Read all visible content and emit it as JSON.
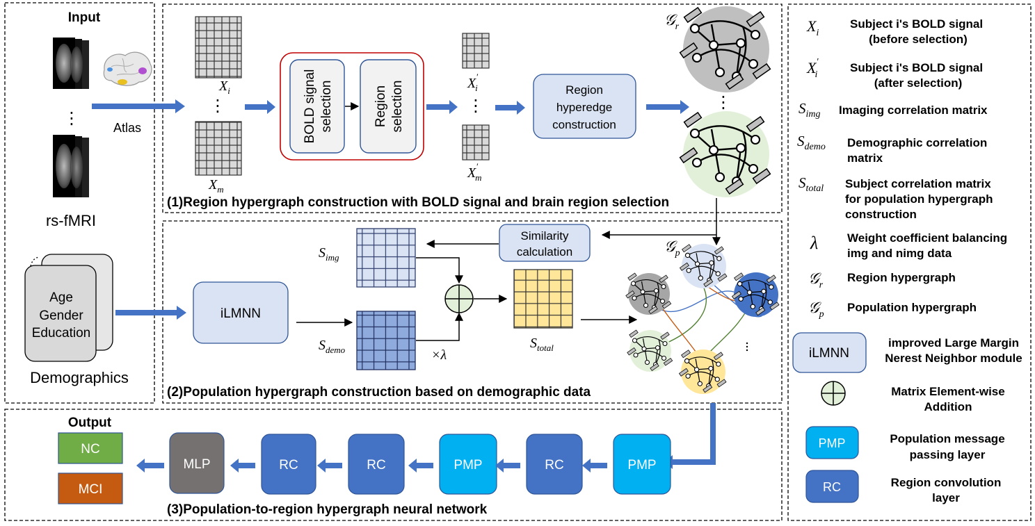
{
  "input": {
    "title": "Input",
    "atlas": "Atlas",
    "rs_fmri": "rs-fMRI",
    "vdots": "⋮",
    "demo_card": [
      "Age",
      "Gender",
      "Education"
    ],
    "demographics": "Demographics"
  },
  "section1": {
    "caption": "(1)Region hypergraph construction with BOLD signal and brain region selection",
    "x_i": "X_i",
    "x_m": "X_m",
    "x_i_prime": "X'_i",
    "x_m_prime": "X'_m",
    "bold_selection": [
      "BOLD signal",
      "selection"
    ],
    "region_selection": [
      "Region",
      "selection"
    ],
    "region_hyperedge": [
      "Region",
      "hyperedge",
      "construction"
    ],
    "g_r": "G_r",
    "vdots": "⋮"
  },
  "section2": {
    "caption": "(2)Population hypergraph construction based on demographic data",
    "similarity": [
      "Similarity",
      "calculation"
    ],
    "s_img": "S_img",
    "s_demo": "S_demo",
    "s_total": "S_total",
    "lambda": "×λ",
    "ilmnn": "iLMNN",
    "g_p": "G_p",
    "hdots": "⋮"
  },
  "section3": {
    "caption": "(3)Population-to-region hypergraph neural network",
    "output_title": "Output",
    "outputs": [
      "NC",
      "MCI"
    ],
    "pipeline": [
      "MLP",
      "RC",
      "RC",
      "PMP",
      "RC",
      "PMP"
    ]
  },
  "legend": [
    {
      "symbol": "X_i",
      "text": [
        "Subject i's BOLD signal",
        "(before selection)"
      ]
    },
    {
      "symbol": "X'_i",
      "text": [
        "Subject i's BOLD signal",
        "(after selection)"
      ]
    },
    {
      "symbol": "S_img",
      "text": [
        "Imaging correlation matrix"
      ]
    },
    {
      "symbol": "S_demo",
      "text": [
        "Demographic correlation",
        "matrix"
      ]
    },
    {
      "symbol": "S_total",
      "text": [
        "Subject correlation matrix",
        "for population hypergraph",
        "construction"
      ]
    },
    {
      "symbol": "λ",
      "text": [
        "Weight coefficient balancing",
        "img and nimg data"
      ]
    },
    {
      "symbol": "G_r",
      "text": [
        "Region hypergraph"
      ]
    },
    {
      "symbol": "G_p",
      "text": [
        "Population hypergraph"
      ]
    },
    {
      "symbol": "iLMNN",
      "text": [
        "improved Large Margin",
        "Nerest Neighbor module"
      ]
    },
    {
      "symbol": "⊕",
      "text": [
        "Matrix Element-wise",
        "Addition"
      ]
    },
    {
      "symbol": "PMP",
      "text": [
        "Population message",
        "passing layer"
      ]
    },
    {
      "symbol": "RC",
      "text": [
        "Region convolution",
        "layer"
      ]
    }
  ],
  "colors": {
    "arrow": "#4472C4",
    "rc": "#4472C4",
    "pmp": "#00B0F0",
    "mlp": "#767171",
    "nc": "#70AD47",
    "mci": "#C55A11",
    "light_box": "#DAE3F3",
    "s_img_fill": "#DAE3F3",
    "s_demo_fill": "#8FAADC",
    "s_total_fill": "#FFE699"
  }
}
